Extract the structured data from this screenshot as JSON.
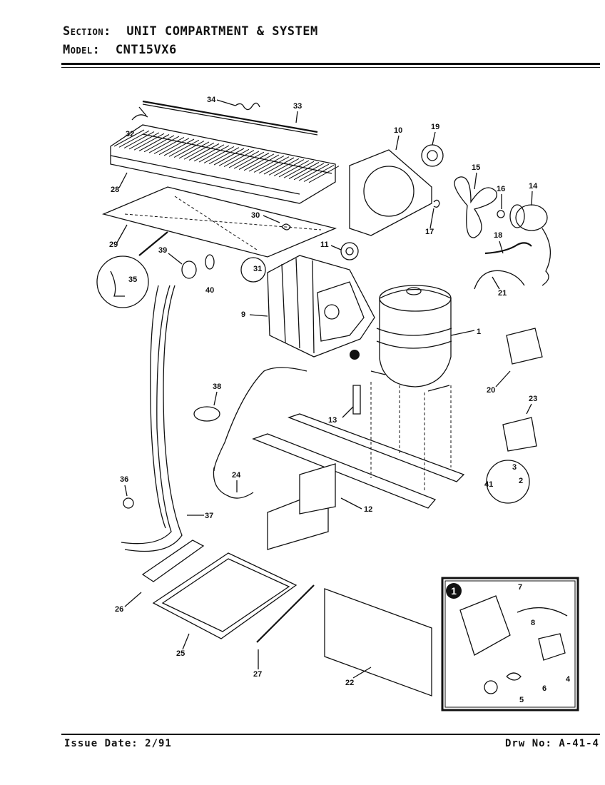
{
  "header": {
    "section_key": "Section:",
    "section_value": "UNIT COMPARTMENT & SYSTEM",
    "model_key": "Model:",
    "model_value": "CNT15VX6"
  },
  "footer": {
    "issue": "Issue Date: 2/91",
    "drawing": "Drw No: A-41-4"
  },
  "inset": {
    "marker": "1"
  },
  "callouts": {
    "c1": "1",
    "c2": "2",
    "c3": "3",
    "c4": "4",
    "c5": "5",
    "c6": "6",
    "c7": "7",
    "c8": "8",
    "c9": "9",
    "c10": "10",
    "c11": "11",
    "c12": "12",
    "c13": "13",
    "c14": "14",
    "c15": "15",
    "c16": "16",
    "c17": "17",
    "c18": "18",
    "c19": "19",
    "c20": "20",
    "c21": "21",
    "c22": "22",
    "c23": "23",
    "c24": "24",
    "c25": "25",
    "c26": "26",
    "c27": "27",
    "c28": "28",
    "c29": "29",
    "c30": "30",
    "c31": "31",
    "c32": "32",
    "c33": "33",
    "c34": "34",
    "c35": "35",
    "c36": "36",
    "c37": "37",
    "c38": "38",
    "c39": "39",
    "c40": "40",
    "c41": "41"
  }
}
